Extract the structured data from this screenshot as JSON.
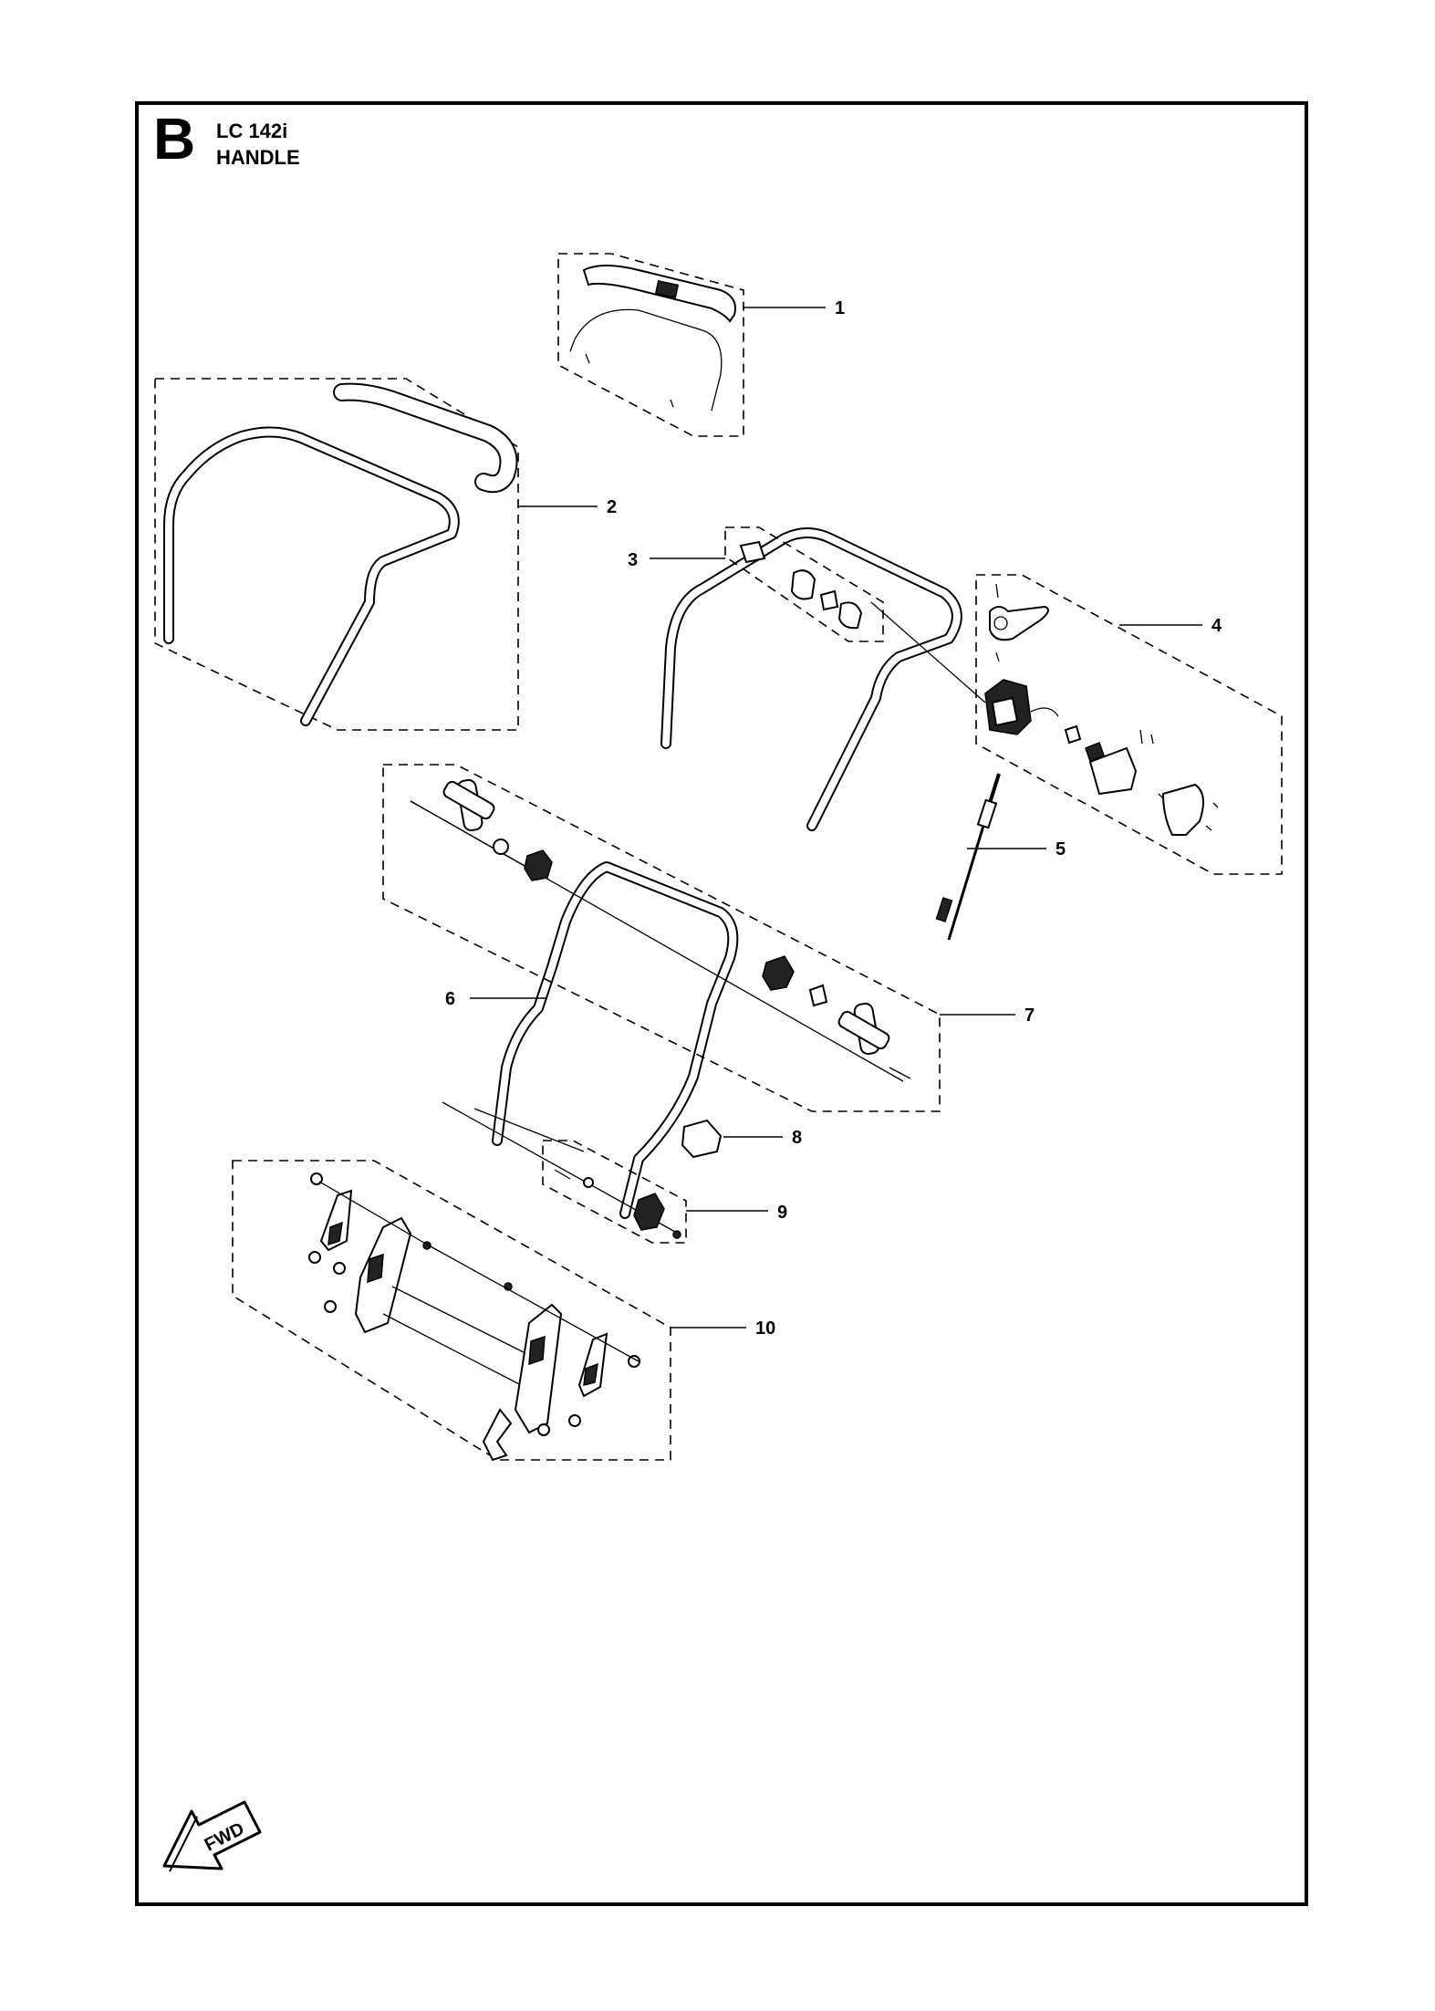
{
  "header": {
    "section_letter": "B",
    "model": "LC 142i",
    "part_name": "HANDLE"
  },
  "callouts": [
    {
      "id": "1",
      "label": "1"
    },
    {
      "id": "2",
      "label": "2"
    },
    {
      "id": "3",
      "label": "3"
    },
    {
      "id": "4",
      "label": "4"
    },
    {
      "id": "5",
      "label": "5"
    },
    {
      "id": "6",
      "label": "6"
    },
    {
      "id": "7",
      "label": "7"
    },
    {
      "id": "8",
      "label": "8"
    },
    {
      "id": "9",
      "label": "9"
    },
    {
      "id": "10",
      "label": "10"
    }
  ],
  "direction_arrow": {
    "label": "FWD",
    "icon": "forward-arrow-icon"
  }
}
